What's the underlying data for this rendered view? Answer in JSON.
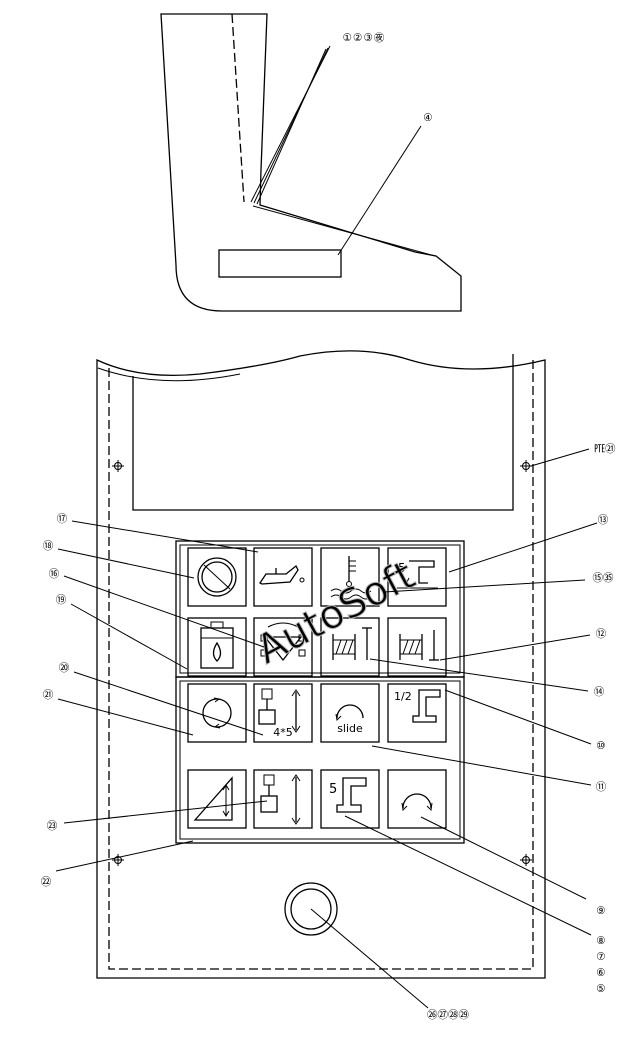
{
  "diagram": {
    "watermark": "AutoSoft",
    "top_callouts": {
      "angled_plate": "①②③㊰",
      "label_plate": "④"
    },
    "panel_callouts": {
      "c24_25": "㉐㉑",
      "c17": "⑰",
      "c13": "⑬",
      "c18": "⑱",
      "c15_31": "⑮㉟",
      "c16": "⑯",
      "c12": "⑫",
      "c19": "⑲",
      "c14": "⑭",
      "c20": "⑳",
      "c10": "⑩",
      "c21": "㉑",
      "c11": "⑪",
      "c23": "㉓",
      "c9": "⑨",
      "c22": "㉒",
      "c8": "⑧",
      "c7": "⑦",
      "c6": "⑥",
      "c5": "⑤",
      "c26_29": "㉖㉗㉘㉙"
    },
    "button_labels": {
      "ratio": "1/2",
      "count_5a": "5",
      "count_5b": "5",
      "mult": "4*5",
      "slide": "slide"
    },
    "icons": [
      "brake-ring-icon",
      "oil-can-icon",
      "coolant-temperature-icon",
      "rail-clamp-5-icon",
      "oil-level-icon",
      "alignment-icon",
      "feed-bar-icon",
      "feed-stop-icon",
      "rotate-icon",
      "unit-lift-4x5-icon",
      "slide-icon",
      "rail-half-icon",
      "angle-icon",
      "unit-lift-icon",
      "rail-5-icon",
      "turn-icon",
      "knob-icon",
      "screw-icon"
    ]
  }
}
